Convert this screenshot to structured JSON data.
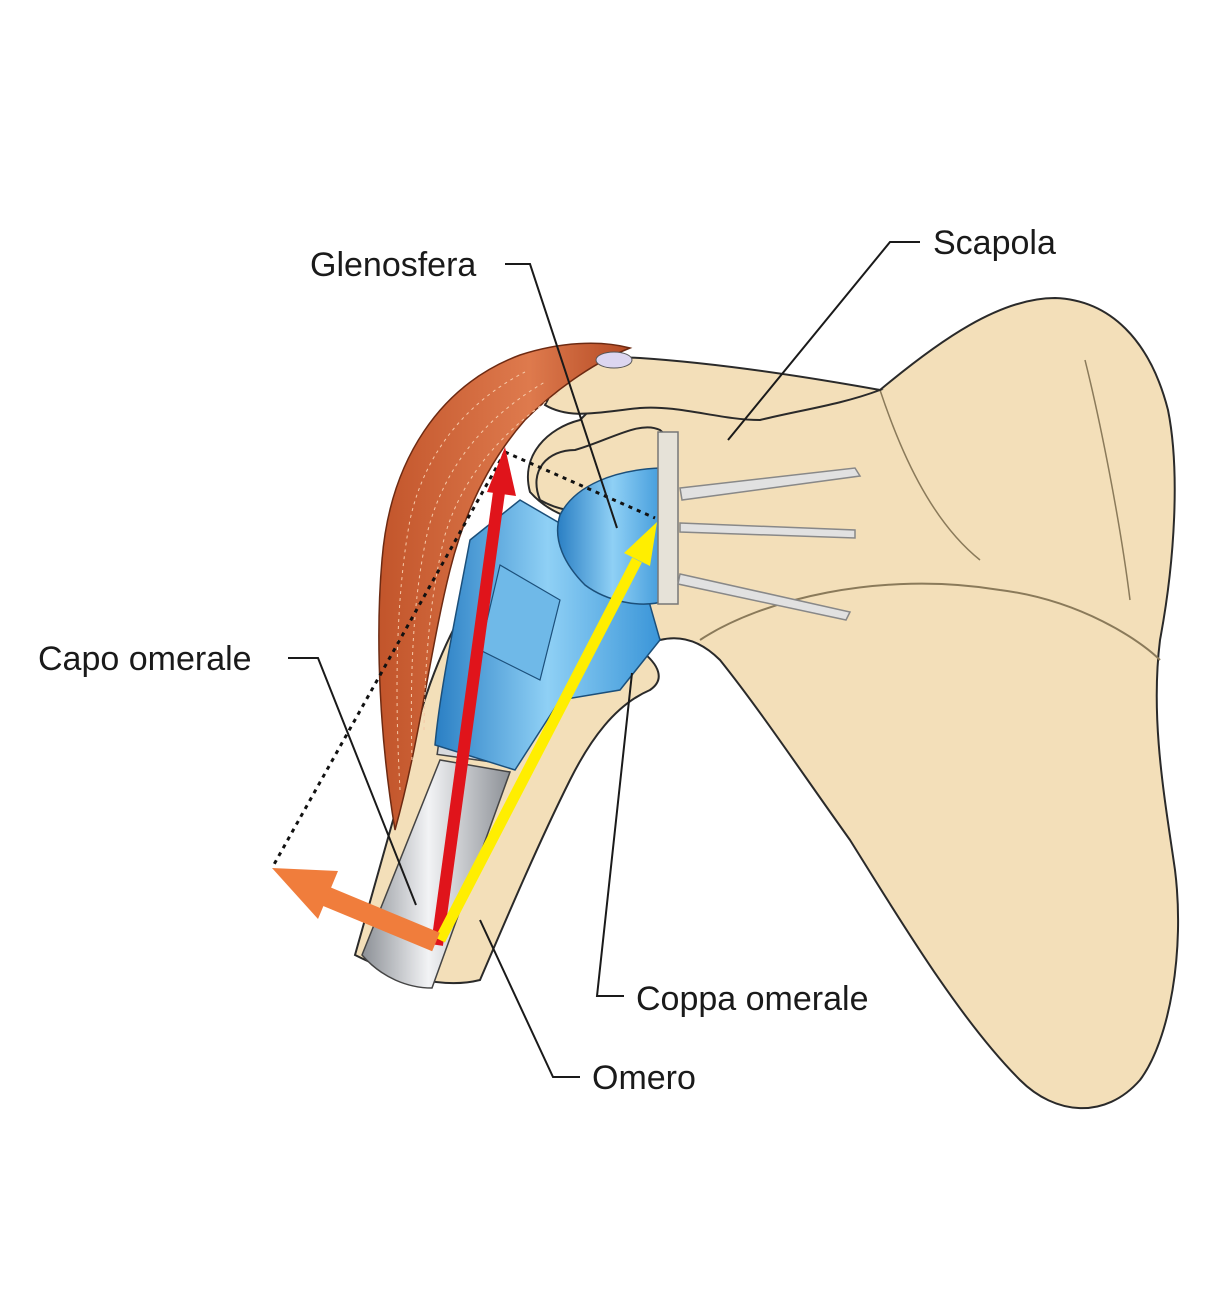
{
  "labels": {
    "glenosfera": "Glenosfera",
    "scapola": "Scapola",
    "capo_omerale": "Capo omerale",
    "coppa_omerale": "Coppa omerale",
    "omero": "Omero"
  },
  "colors": {
    "bone": "#F3DFB9",
    "bone_outline": "#2a2a2a",
    "muscle": "#D2693F",
    "implant_blue": "#4AA4DD",
    "metal_stem": "#C9CCD0",
    "arrow_red": "#E0141B",
    "arrow_yellow": "#FFEE00",
    "arrow_orange": "#F07D3C"
  }
}
